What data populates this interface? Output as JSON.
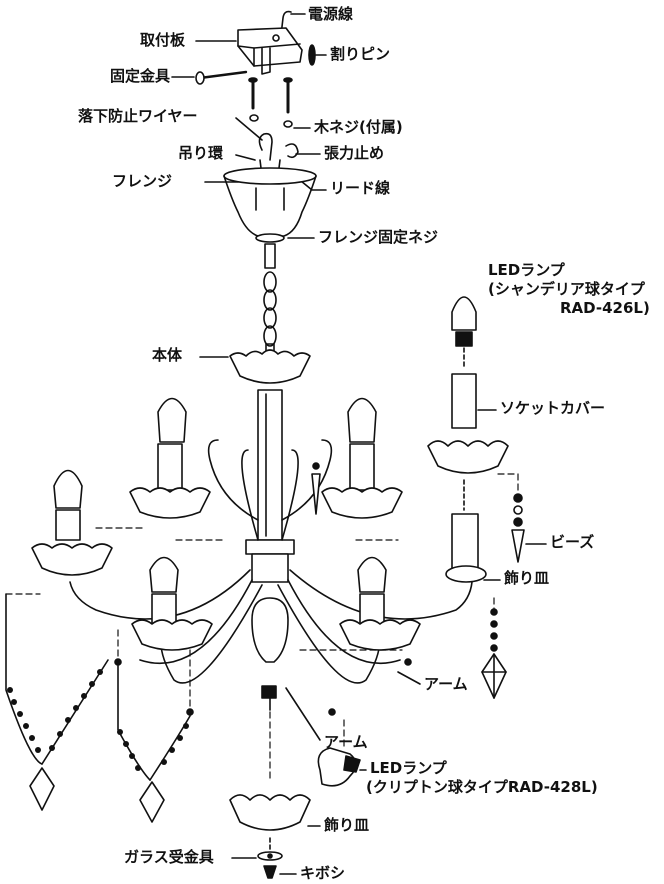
{
  "labels": {
    "power_cord": "電源線",
    "mount_plate": "取付板",
    "split_pin": "割りピン",
    "fixing_bracket": "固定金具",
    "fall_prevention_wire": "落下防止ワイヤー",
    "wood_screw": "木ネジ(付属)",
    "hanging_ring": "吊り環",
    "tension_stop": "張力止め",
    "flange": "フレンジ",
    "lead_wire": "リード線",
    "flange_screw": "フレンジ固定ネジ",
    "led_lamp_top_line1": "LEDランプ",
    "led_lamp_top_line2": "(シャンデリア球タイプ",
    "led_lamp_top_line3": "RAD-426L)",
    "body": "本体",
    "socket_cover": "ソケットカバー",
    "beads": "ビーズ",
    "decor_plate": "飾り皿",
    "arm_right": "アーム",
    "arm_center": "アーム",
    "led_lamp_bottom_line1": "LEDランプ",
    "led_lamp_bottom_line2": "(クリプトン球タイプRAD-428L)",
    "decor_plate_bottom": "飾り皿",
    "glass_holder": "ガラス受金具",
    "finial": "キボシ"
  }
}
